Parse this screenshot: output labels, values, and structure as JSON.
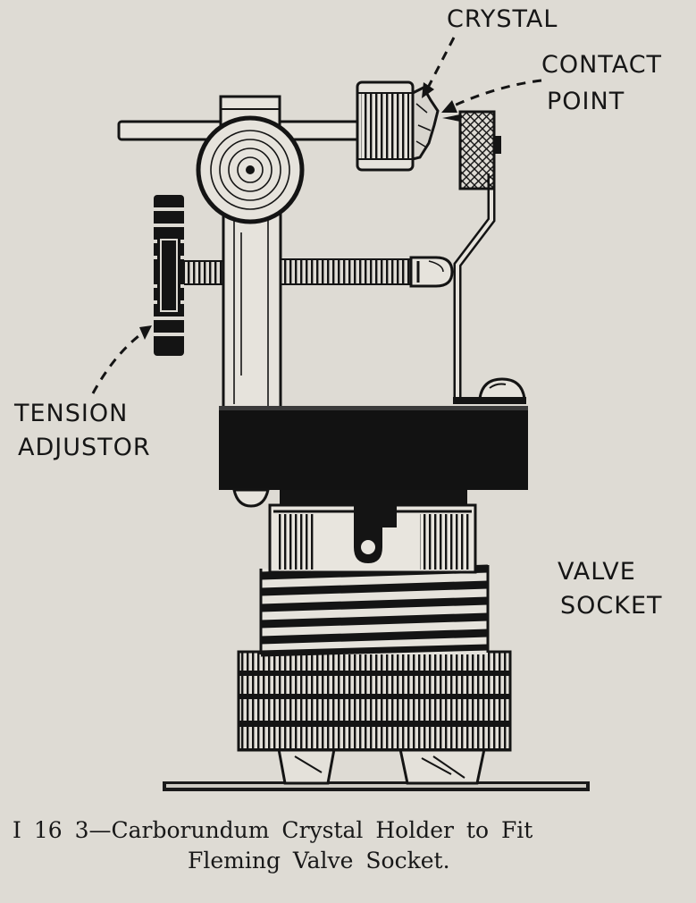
{
  "labels": {
    "crystal": "CRYSTAL",
    "contact_line1": "CONTACT",
    "contact_line2": "POINT",
    "tension_line1": "TENSION",
    "tension_line2": "ADJUSTOR",
    "valve_line1": "VALVE",
    "valve_line2": "SOCKET"
  },
  "caption": {
    "line1": "I 16 3—Carborundum Crystal Holder to Fit",
    "line2": "Fleming Valve Socket."
  },
  "colors": {
    "paper": "#dedbd4",
    "ink": "#141414"
  }
}
